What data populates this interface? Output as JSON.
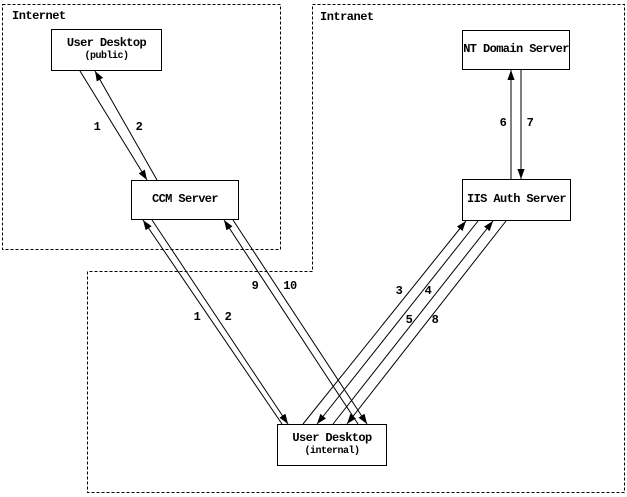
{
  "diagram": {
    "type": "network-flow-diagram",
    "background_color": "#ffffff",
    "line_color": "#000000",
    "text_color": "#000000"
  },
  "zones": [
    {
      "id": "internet",
      "label": "Internet",
      "border_style": "dashed"
    },
    {
      "id": "intranet",
      "label": "Intranet",
      "border_style": "dashed"
    }
  ],
  "nodes": [
    {
      "id": "user-desktop-public",
      "label": "User Desktop",
      "sublabel": "(public)",
      "zone": "internet"
    },
    {
      "id": "ccm-server",
      "label": "CCM Server",
      "sublabel": "",
      "zone": "internet"
    },
    {
      "id": "nt-domain-server",
      "label": "NT Domain Server",
      "sublabel": "",
      "zone": "intranet"
    },
    {
      "id": "iis-auth-server",
      "label": "IIS Auth Server",
      "sublabel": "",
      "zone": "intranet"
    },
    {
      "id": "user-desktop-internal",
      "label": "User Desktop",
      "sublabel": "(internal)",
      "zone": "intranet"
    }
  ],
  "edges": [
    {
      "label": "1",
      "from": "user-desktop-public",
      "to": "ccm-server"
    },
    {
      "label": "2",
      "from": "ccm-server",
      "to": "user-desktop-public"
    },
    {
      "label": "1",
      "from": "user-desktop-internal",
      "to": "ccm-server"
    },
    {
      "label": "2",
      "from": "ccm-server",
      "to": "user-desktop-internal"
    },
    {
      "label": "9",
      "from": "user-desktop-internal",
      "to": "ccm-server"
    },
    {
      "label": "10",
      "from": "ccm-server",
      "to": "user-desktop-internal"
    },
    {
      "label": "3",
      "from": "user-desktop-internal",
      "to": "iis-auth-server"
    },
    {
      "label": "4",
      "from": "iis-auth-server",
      "to": "user-desktop-internal"
    },
    {
      "label": "5",
      "from": "user-desktop-internal",
      "to": "iis-auth-server"
    },
    {
      "label": "8",
      "from": "iis-auth-server",
      "to": "user-desktop-internal"
    },
    {
      "label": "6",
      "from": "iis-auth-server",
      "to": "nt-domain-server"
    },
    {
      "label": "7",
      "from": "nt-domain-server",
      "to": "iis-auth-server"
    }
  ]
}
